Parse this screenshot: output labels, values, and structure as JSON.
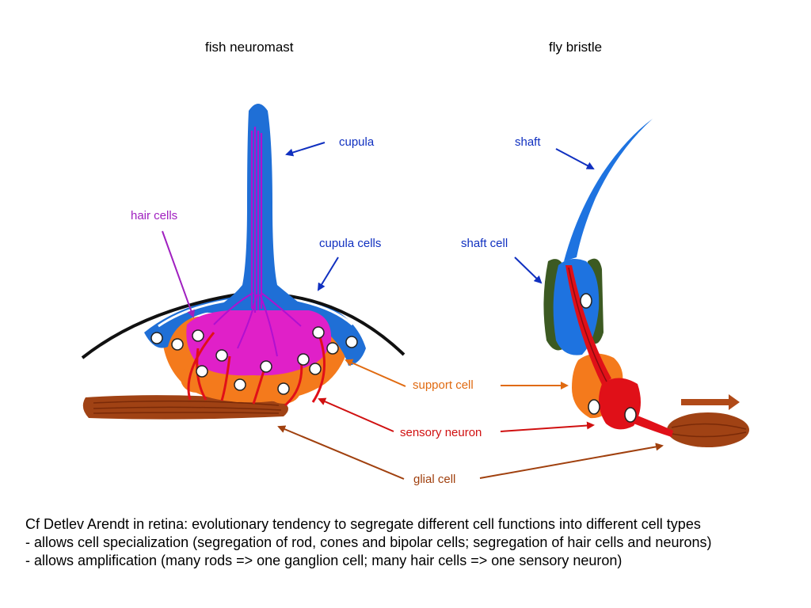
{
  "headings": {
    "left": "fish neuromast",
    "right": "fly bristle"
  },
  "labels": {
    "cupula": "cupula",
    "hair_cells": "hair cells",
    "cupula_cells": "cupula cells",
    "shaft": "shaft",
    "shaft_cell": "shaft cell",
    "support_cell": "support cell",
    "sensory_neuron": "sensory neuron",
    "glial_cell": "glial cell"
  },
  "caption": {
    "line1": "Cf Detlev Arendt in retina: evolutionary tendency to segregate different cell functions into different cell types",
    "line2": "- allows cell specialization (segregation of rod, cones and bipolar cells; segregation of hair cells and neurons)",
    "line3": "- allows amplification (many rods => one ganglion cell; many hair cells => one sensory neuron)"
  },
  "colors": {
    "cupula_blue": "#1f6fd6",
    "shaft_blue": "#1e73e0",
    "hair_cell_magenta": "#e020c8",
    "hair_cell_purple_label": "#a020c0",
    "support_orange": "#f47a1c",
    "sensory_red": "#e01018",
    "glial_brown": "#a04214",
    "dark_green": "#3c5a22",
    "label_blue": "#1030c0",
    "label_orange": "#e06a10",
    "label_red": "#d01010",
    "label_brown": "#a0400e"
  }
}
